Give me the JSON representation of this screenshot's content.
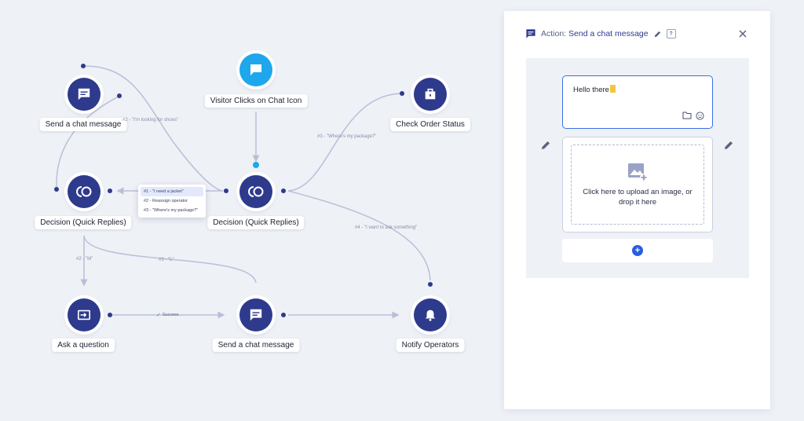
{
  "flow": {
    "nodes": {
      "visitor_clicks": "Visitor Clicks on Chat Icon",
      "send_msg_top": "Send a chat message",
      "check_order": "Check Order Status",
      "decision_left": "Decision (Quick Replies)",
      "decision_center": "Decision (Quick Replies)",
      "ask_question": "Ask a question",
      "send_msg_bottom": "Send a chat message",
      "notify_operators": "Notify Operators"
    },
    "edge_labels": {
      "e1": "#2 - \"I'm looking for shoes\"",
      "e2": "#3 - \"Where's my package?\"",
      "e3": "#4 - \"I want to ask something\"",
      "e4": "#2 - \"M\"",
      "e5": "#3 - \"L\""
    },
    "quick_replies": [
      "#1 - \"I need a jacket\"",
      "#2 - Reassign operator",
      "#3 - \"Where's my package?\""
    ],
    "success_label": "Success"
  },
  "panel": {
    "title_prefix": "Action:",
    "title": "Send a chat message",
    "help": "?",
    "message_text": "Hello there",
    "upload_text": "Click here to upload an image, or drop it here",
    "add_label": "+"
  },
  "icons": [
    "chat-icon",
    "decision-icon",
    "briefcase-icon",
    "ask-icon",
    "bell-icon",
    "edit-icon",
    "close-icon",
    "folder-icon",
    "emoji-icon",
    "image-add-icon"
  ],
  "colors": {
    "node": "#2e3a8c",
    "start_node": "#1ea7ec",
    "edge": "#b9bfd8",
    "accent": "#2a5ee0",
    "background": "#eef1f6"
  }
}
